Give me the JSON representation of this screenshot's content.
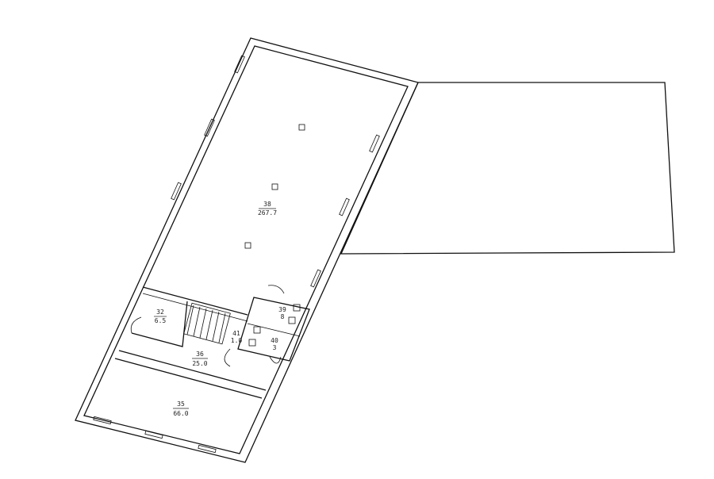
{
  "rooms": [
    {
      "number": "38",
      "area": "267.7"
    },
    {
      "number": "32",
      "area": "6.5"
    },
    {
      "number": "36",
      "area": "25.0"
    },
    {
      "number": "35",
      "area": "66.0"
    },
    {
      "number": "41",
      "area": "1.0"
    },
    {
      "number": "39",
      "area": "8"
    },
    {
      "number": "40",
      "area": "3"
    }
  ]
}
